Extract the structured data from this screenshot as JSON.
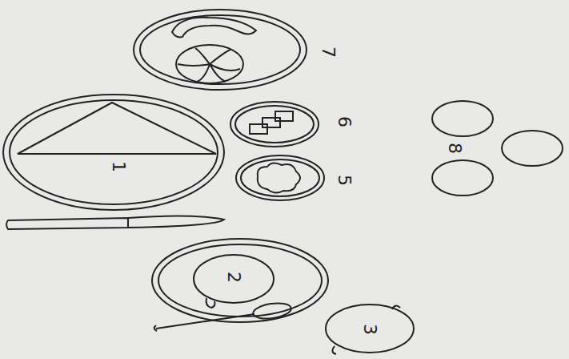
{
  "diagram": {
    "labels": [
      "7",
      "6",
      "5",
      "8",
      "1",
      "2",
      "3"
    ]
  }
}
